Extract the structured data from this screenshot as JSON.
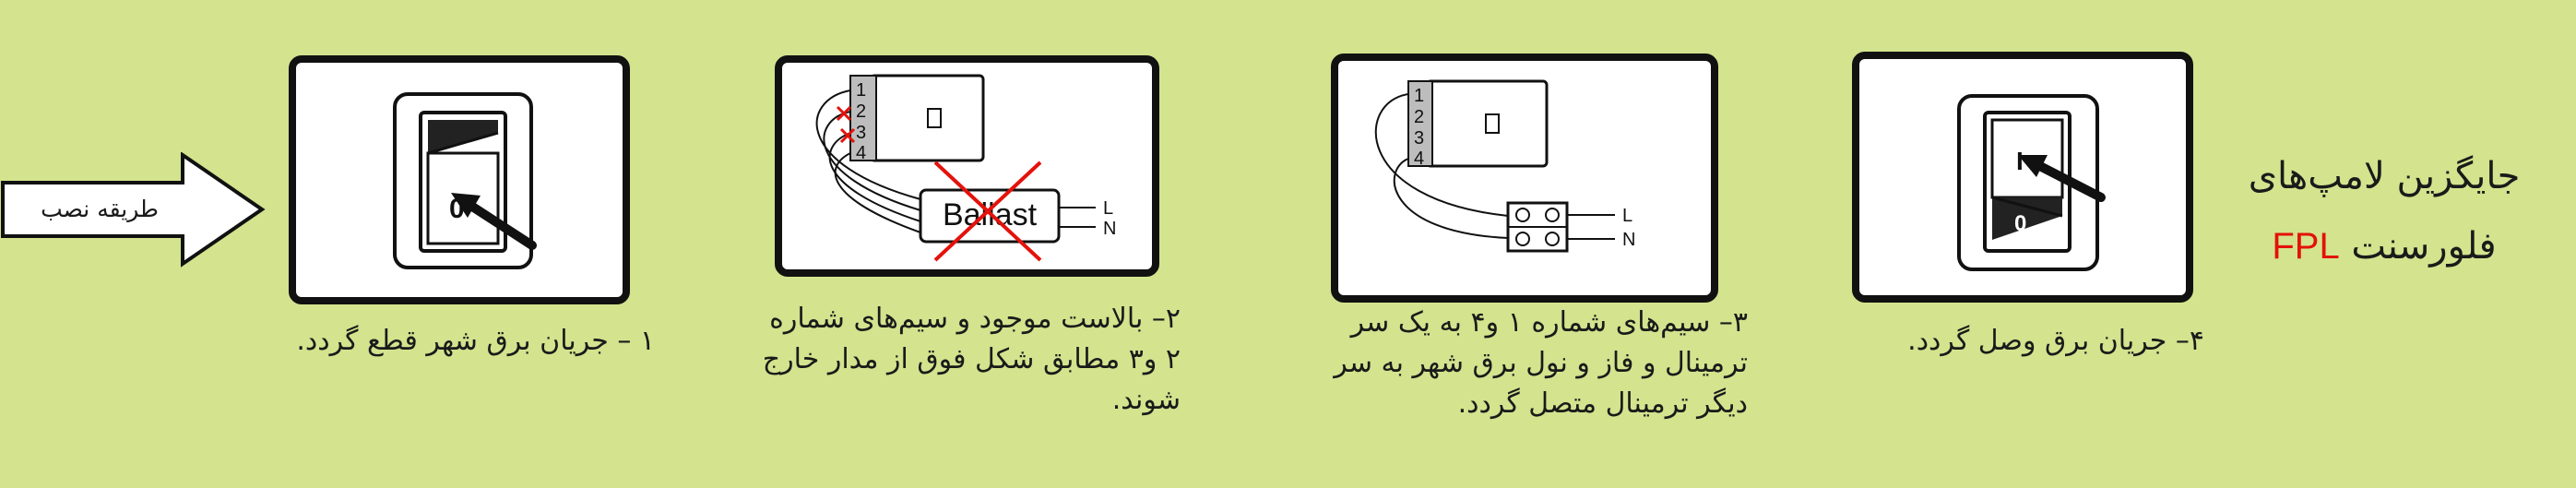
{
  "title": {
    "line1": "جایگزین لامپ‌های",
    "line2_prefix": "فلورسنت ",
    "line2_highlight": "FPL"
  },
  "method": {
    "label": "طریقه نصب"
  },
  "steps": [
    {
      "caption_lines": [
        "۱ – جریان برق شهر قطع گردد."
      ]
    },
    {
      "caption_lines": [
        "۲– بالاست موجود و سیم‌های شماره",
        "۲ و۳ مطابق شکل فوق از مدار خارج",
        "شوند."
      ]
    },
    {
      "caption_lines": [
        "۳– سیم‌های شماره ۱ و۴ به یک سر",
        "ترمینال و فاز و نول برق شهر به سر",
        "دیگر ترمینال متصل گردد."
      ]
    },
    {
      "caption_lines": [
        "۴– جریان برق وصل گردد."
      ]
    }
  ],
  "switch_marks": {
    "on": "I",
    "off": "0"
  },
  "pins": [
    "1",
    "2",
    "3",
    "4"
  ],
  "ballast_label": "Ballast",
  "line_labels": {
    "phase": "L",
    "neutral": "N"
  },
  "colors": {
    "background": "#d3e38e",
    "accent": "#e3120b",
    "ink": "#111111"
  }
}
